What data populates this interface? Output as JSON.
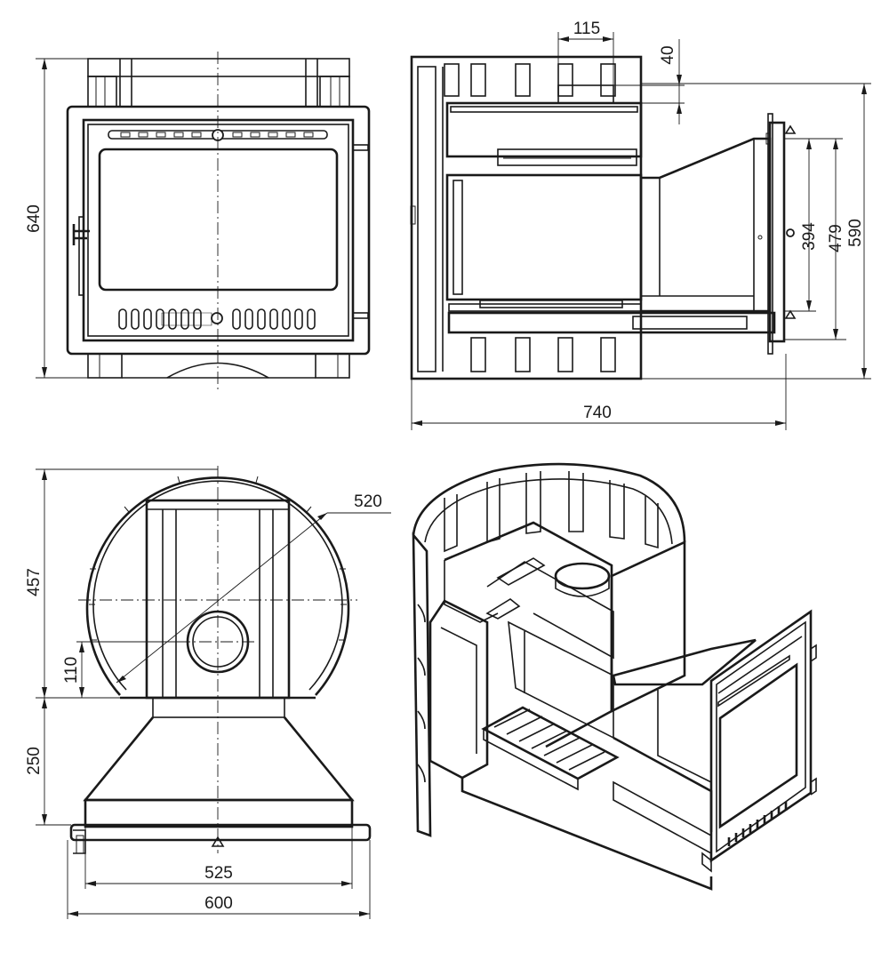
{
  "dimensions": {
    "front_height": "640",
    "side_top_width": "115",
    "side_top_gap": "40",
    "side_door_inner": "394",
    "side_door_outer": "479",
    "side_total_height": "590",
    "side_total_depth": "740",
    "top_diameter": "520",
    "top_depth": "457",
    "top_offset": "110",
    "top_tunnel": "250",
    "top_door_width": "525",
    "top_total_width": "600"
  }
}
